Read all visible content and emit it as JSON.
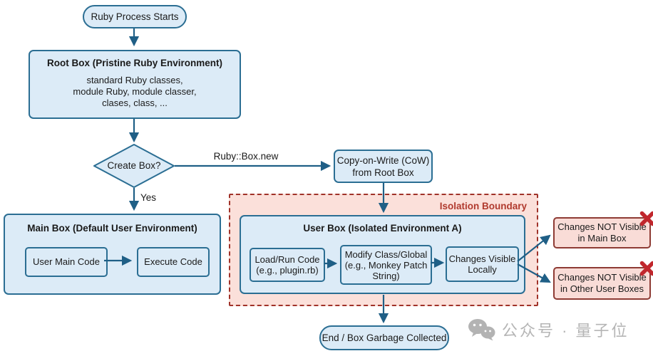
{
  "colors": {
    "node_fill": "#dcebf7",
    "node_border": "#2b6e93",
    "arrow": "#1f5f86",
    "boundary_fill": "#fbe0da",
    "boundary_border": "#a03229",
    "boundary_label": "#b03a2e",
    "red_box_fill": "#f9dcd7",
    "red_box_border": "#8e3b34",
    "x_mark": "#c1272d",
    "watermark_gray": "#b5b5b5"
  },
  "nodes": {
    "start": {
      "label": "Ruby Process Starts"
    },
    "root_box": {
      "title": "Root Box (Pristine Ruby Environment)",
      "lines": [
        "standard Ruby classes,",
        "module Ruby, module classer,",
        "clases, class, ..."
      ]
    },
    "decision": {
      "label": "Create Box?"
    },
    "cow_box": {
      "lines": [
        "Copy-on-Write (CoW)",
        "from Root Box"
      ]
    },
    "main_box": {
      "title": "Main Box (Default User Environment)",
      "user_main_code": "User Main Code",
      "execute_code": "Execute Code"
    },
    "isolation_boundary": {
      "label": "Isolation Boundary"
    },
    "user_box": {
      "title": "User Box (Isolated Environment A)",
      "load_run": [
        "Load/Run Code",
        "(e.g., plugin.rb)"
      ],
      "modify": [
        "Modify Class/Global",
        "(e.g., Monkey Patch",
        "String)"
      ],
      "changes_visible": [
        "Changes Visible",
        "Locally"
      ]
    },
    "not_visible_main": {
      "lines": [
        "Changes NOT Visible",
        "in Main Box"
      ]
    },
    "not_visible_other": {
      "lines": [
        "Changes NOT Visible",
        "in Other User Boxes"
      ]
    },
    "end": {
      "label": "End / Box Garbage Collected"
    }
  },
  "edge_labels": {
    "create_box_new": "Ruby::Box.new",
    "yes": "Yes"
  },
  "watermark": {
    "text": "公众号 · 量子位"
  }
}
